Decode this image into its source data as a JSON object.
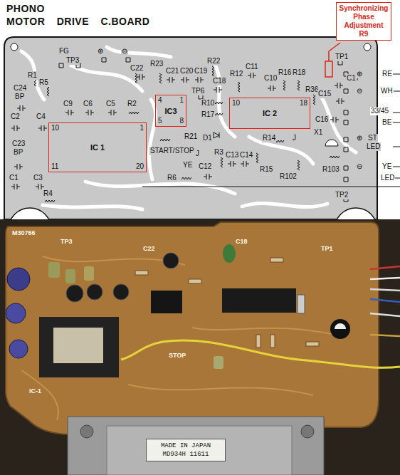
{
  "diagram": {
    "nodes": [
      {
        "text": [
          "Synchronizing Phase Adjustment",
          "R9"
        ]
      },
      {
        "text": [
          "IC 1",
          "10",
          "1",
          "11",
          "20"
        ]
      },
      {
        "text": [
          "IC3",
          "4",
          "1",
          "5",
          "8"
        ]
      },
      {
        "text": [
          "IC 2",
          "10",
          "18"
        ]
      },
      {
        "text": [
          "MADE IN JAPAN",
          "MD934H 11611"
        ]
      }
    ],
    "labels": [
      "PHONO",
      "MOTOR DRIVE C.BOARD",
      "FG",
      "TP3",
      "⊕",
      "⊖",
      "R1",
      "C24",
      "BP",
      "R5",
      "C2",
      "C4",
      "C23",
      "BP",
      "C1",
      "C3",
      "R4",
      "C9",
      "C6",
      "C5",
      "R2",
      "C22",
      "R23",
      "C21",
      "C20",
      "C19",
      "R22",
      "C18",
      "R12",
      "C11",
      "C10",
      "R16",
      "R18",
      "TP1",
      "R36",
      "C17",
      "TP6",
      "R10",
      "R17",
      "START/STOP",
      "R21",
      "J",
      "D1",
      "YE",
      "R6",
      "C12",
      "R3",
      "C13",
      "C14",
      "R14",
      "R15",
      "R102",
      "X1",
      "R103",
      "C16",
      "C15",
      "J",
      "TP2",
      "⊕",
      "RE",
      "⊖",
      "WH",
      "33/45",
      "BE",
      "⊕",
      "ST",
      "LED",
      "⊖",
      "YE",
      "LED",
      "M30766",
      "TP3",
      "C22",
      "C18",
      "TP1",
      "STOP",
      "IC-1"
    ]
  }
}
